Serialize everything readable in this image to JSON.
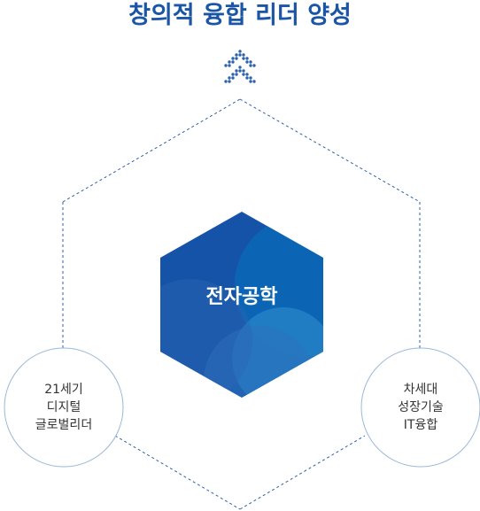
{
  "title": "창의적 융합 리더 양성",
  "center": {
    "label": "전자공학"
  },
  "left_node": {
    "lines": [
      "21세기",
      "디지털",
      "글로벌리더"
    ]
  },
  "right_node": {
    "lines": [
      "차세대",
      "성장기술",
      "IT융합"
    ]
  },
  "icons": {
    "arrow": "double-chevron-up-icon"
  },
  "colors": {
    "title": "#1a55a6",
    "dotted_line": "#2f5fa8",
    "circle_border": "#9db8d8",
    "hex_dark": "#1553a8",
    "hex_mid": "#0a68b6",
    "hex_light": "#2784c8",
    "arrow_dots": "#2d63ad"
  }
}
